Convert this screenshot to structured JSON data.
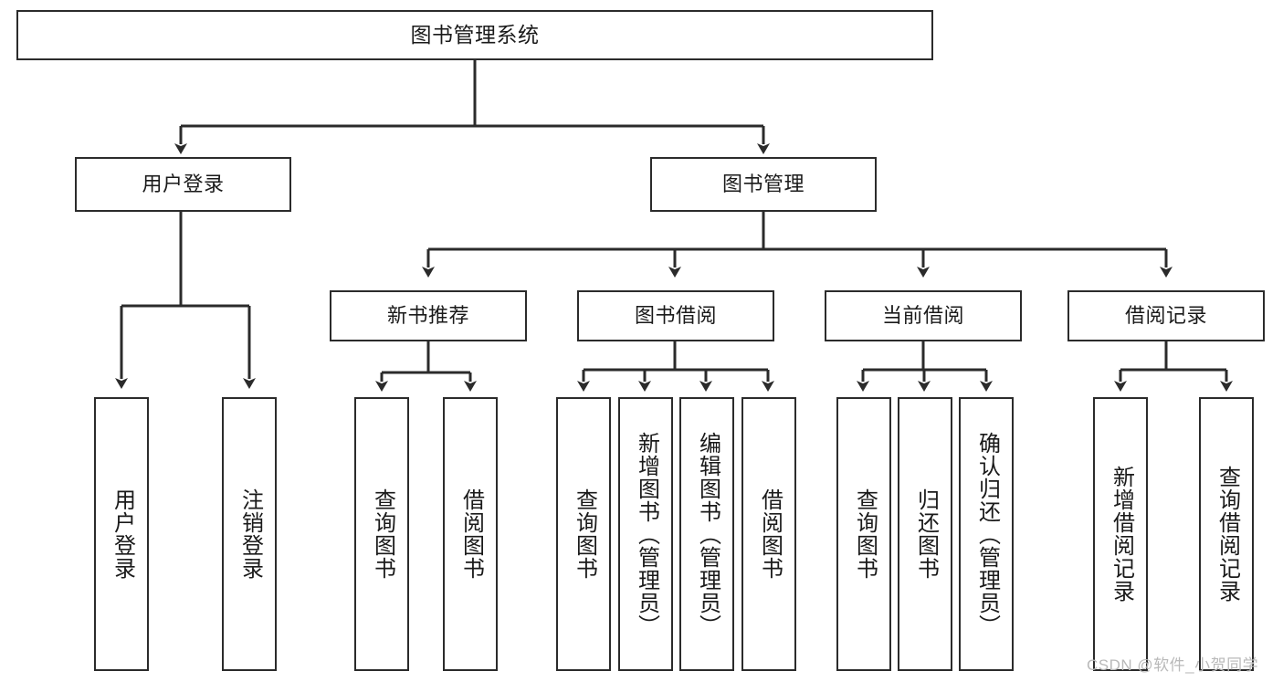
{
  "diagram": {
    "title": "图书管理系统",
    "watermark": "CSDN @软件_小贺同学",
    "nodes": {
      "root": {
        "label": "图书管理系统"
      },
      "level2": [
        {
          "id": "user-login",
          "label": "用户登录"
        },
        {
          "id": "book-manage",
          "label": "图书管理"
        }
      ],
      "level3": [
        {
          "id": "new-book-recommend",
          "label": "新书推荐"
        },
        {
          "id": "book-borrow",
          "label": "图书借阅"
        },
        {
          "id": "current-borrow",
          "label": "当前借阅"
        },
        {
          "id": "borrow-record",
          "label": "借阅记录"
        }
      ],
      "leaves": [
        {
          "id": "leaf-user-login",
          "label": "用户登录",
          "parent": "user-login"
        },
        {
          "id": "leaf-logout",
          "label": "注销登录",
          "parent": "user-login"
        },
        {
          "id": "leaf-query-book-1",
          "label": "查询图书",
          "parent": "new-book-recommend"
        },
        {
          "id": "leaf-borrow-book-1",
          "label": "借阅图书",
          "parent": "new-book-recommend"
        },
        {
          "id": "leaf-query-book-2",
          "label": "查询图书",
          "parent": "book-borrow"
        },
        {
          "id": "leaf-add-book",
          "label": "新增图书（管理员）",
          "parent": "book-borrow"
        },
        {
          "id": "leaf-edit-book",
          "label": "编辑图书（管理员）",
          "parent": "book-borrow"
        },
        {
          "id": "leaf-borrow-book-2",
          "label": "借阅图书",
          "parent": "book-borrow"
        },
        {
          "id": "leaf-query-book-3",
          "label": "查询图书",
          "parent": "current-borrow"
        },
        {
          "id": "leaf-return-book",
          "label": "归还图书",
          "parent": "current-borrow"
        },
        {
          "id": "leaf-confirm-return",
          "label": "确认归还（管理员）",
          "parent": "current-borrow"
        },
        {
          "id": "leaf-add-record",
          "label": "新增借阅记录",
          "parent": "borrow-record"
        },
        {
          "id": "leaf-query-record",
          "label": "查询借阅记录",
          "parent": "borrow-record"
        }
      ]
    },
    "colors": {
      "stroke": "#2b2b2b",
      "background": "#ffffff",
      "text": "#1a1a1a",
      "watermark": "#b9b9b9"
    }
  }
}
